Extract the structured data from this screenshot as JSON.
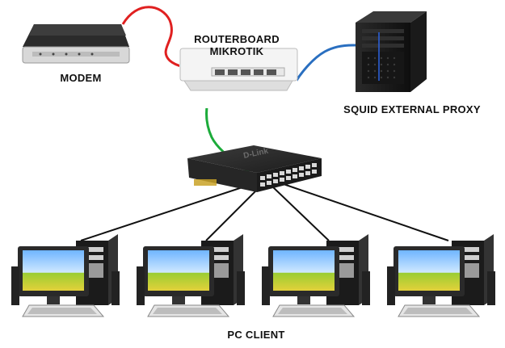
{
  "labels": {
    "modem": "MODEM",
    "router_line1": "ROUTERBOARD",
    "router_line2": "MIKROTIK",
    "squid": "SQUID EXTERNAL PROXY",
    "pc_client": "PC CLIENT",
    "switch_brand": "D-Link"
  },
  "colors": {
    "cable_red": "#e02020",
    "cable_green": "#1cab3a",
    "cable_blue": "#2a6fc0",
    "cable_black": "#111111"
  },
  "icons": [
    "modem-icon",
    "router-icon",
    "server-icon",
    "switch-icon",
    "pc-icon"
  ]
}
